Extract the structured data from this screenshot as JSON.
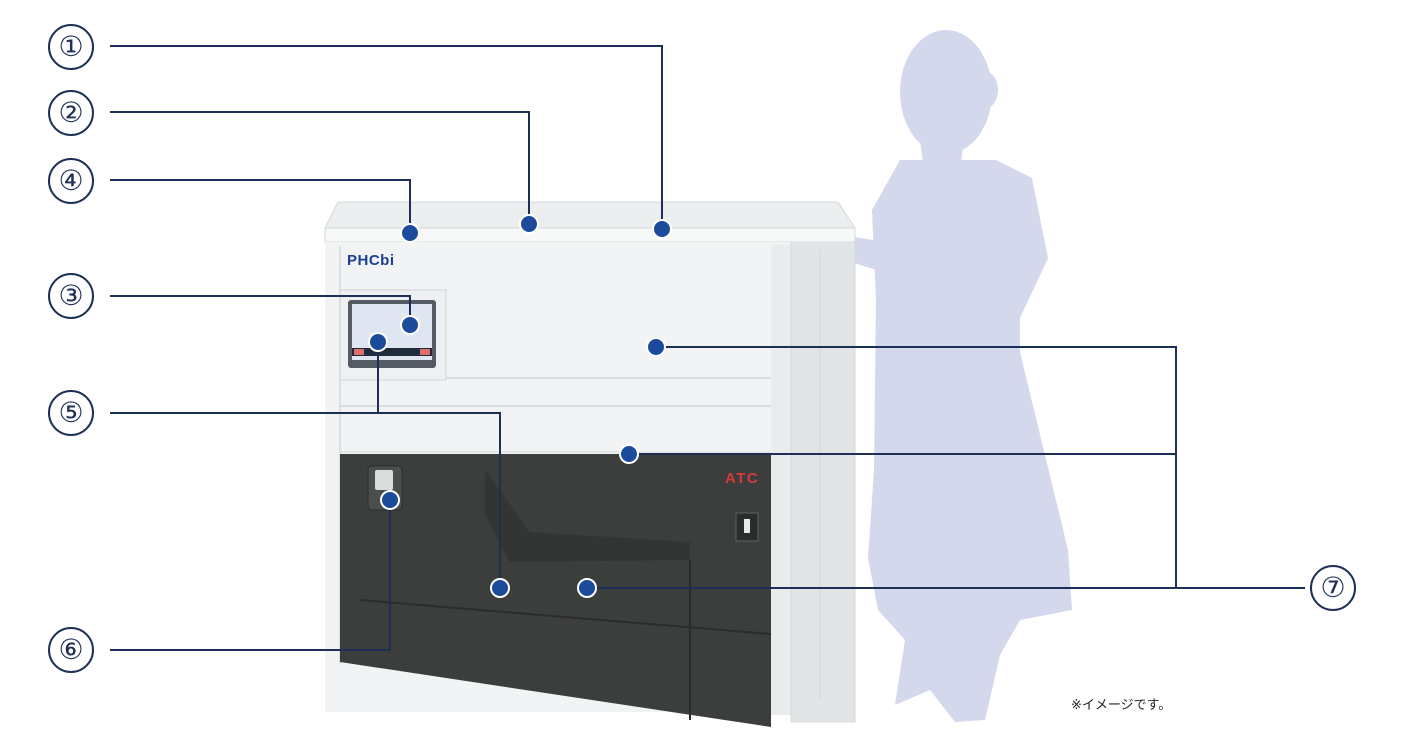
{
  "callouts": [
    {
      "id": "1",
      "label": "①"
    },
    {
      "id": "2",
      "label": "②"
    },
    {
      "id": "3",
      "label": "③"
    },
    {
      "id": "4",
      "label": "④"
    },
    {
      "id": "5",
      "label": "⑤"
    },
    {
      "id": "6",
      "label": "⑥"
    },
    {
      "id": "7",
      "label": "⑦"
    }
  ],
  "brand_logo": "PHCbi",
  "model_badge": "ATC",
  "note": "※イメージです。",
  "colors": {
    "line": "#1e2f57",
    "marker": "#1c4b9c",
    "silhouette": "#d4d8ed",
    "cabinet": "#f1f3f4",
    "cabinet_dark": "#3b3e3d",
    "logo": "#1d3f8f",
    "badge": "#d83a3a"
  }
}
